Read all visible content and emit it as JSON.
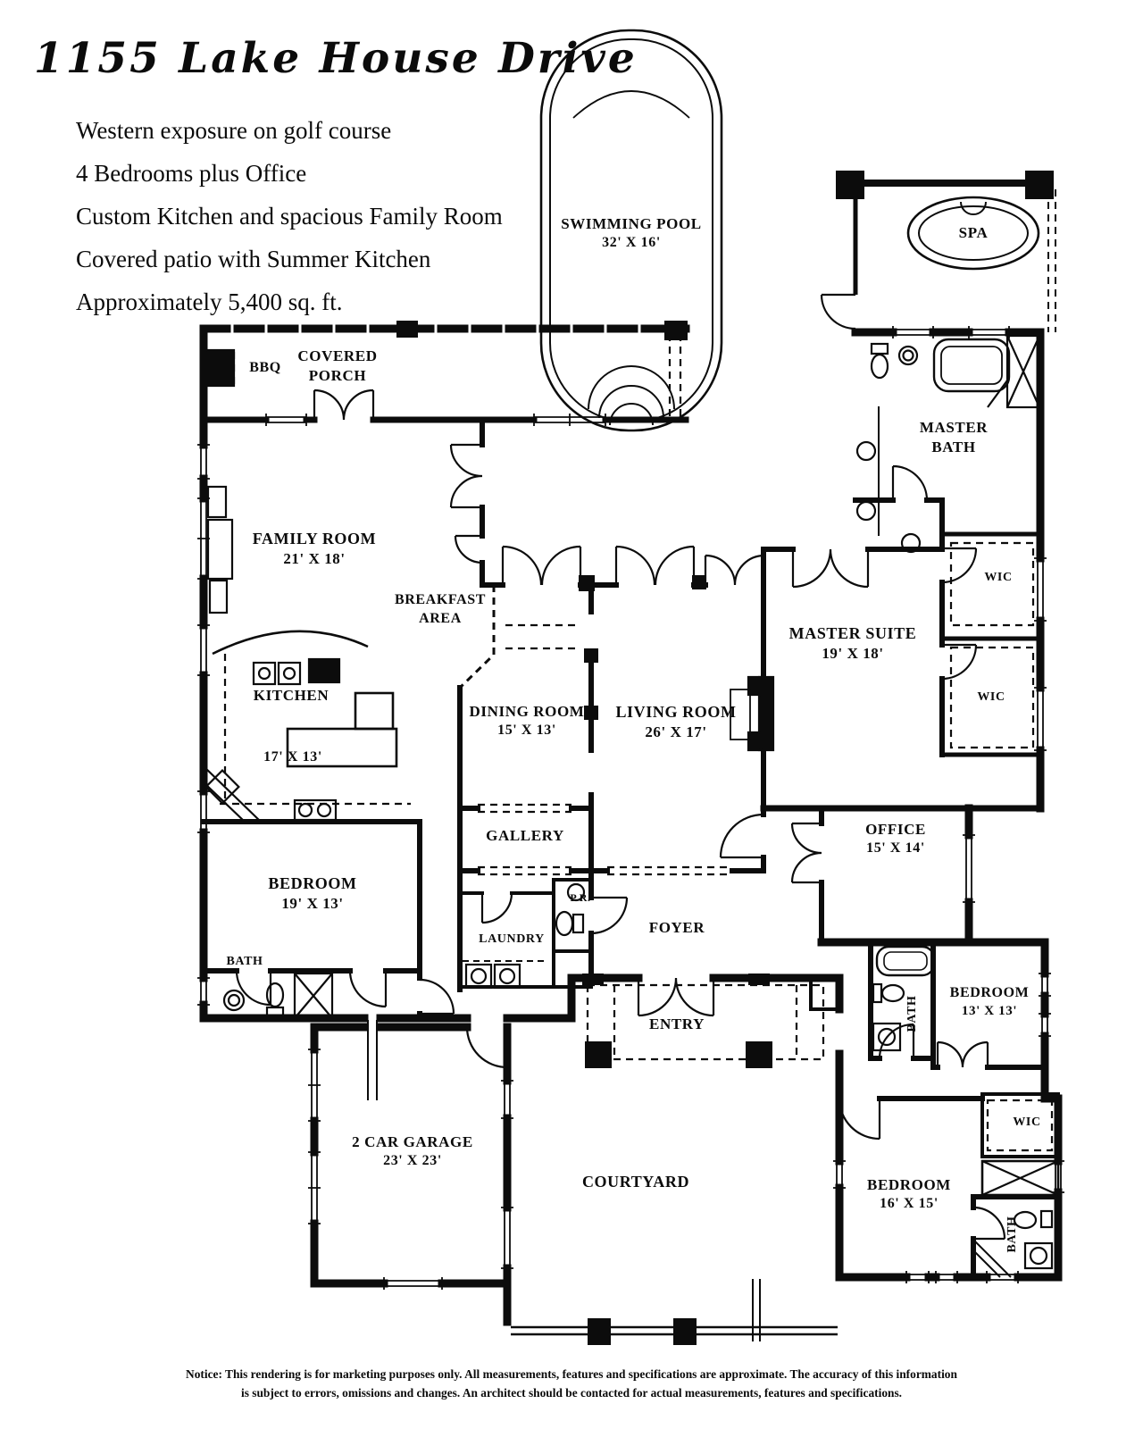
{
  "header": {
    "address": "1155  Lake House Drive",
    "features": [
      "Western exposure on golf course",
      "4 Bedrooms plus Office",
      "Custom Kitchen and spacious Family Room",
      "Covered patio with Summer Kitchen",
      "Approximately 5,400 sq. ft."
    ]
  },
  "rooms": {
    "swimming_pool": {
      "name": "SWIMMING POOL",
      "dims": "32' X 16'"
    },
    "spa": {
      "name": "SPA"
    },
    "master_bath": {
      "name": "MASTER BATH"
    },
    "wic_upper": {
      "name": "WIC"
    },
    "wic_lower": {
      "name": "WIC"
    },
    "master_suite": {
      "name": "MASTER SUITE",
      "dims": "19' X 18'"
    },
    "covered_porch": {
      "name": "COVERED PORCH"
    },
    "bbq": {
      "name": "BBQ"
    },
    "family_room": {
      "name": "FAMILY ROOM",
      "dims": "21' X 18'"
    },
    "breakfast_area": {
      "name": "BREAKFAST AREA"
    },
    "kitchen": {
      "name": "KITCHEN",
      "dims": "17' X 13'"
    },
    "dining_room": {
      "name": "DINING ROOM",
      "dims": "15' X 13'"
    },
    "living_room": {
      "name": "LIVING ROOM",
      "dims": "26' X 17'"
    },
    "gallery": {
      "name": "GALLERY"
    },
    "office": {
      "name": "OFFICE",
      "dims": "15' X 14'"
    },
    "bedroom_left": {
      "name": "BEDROOM",
      "dims": "19' X 13'"
    },
    "bath_left": {
      "name": "BATH"
    },
    "laundry": {
      "name": "LAUNDRY"
    },
    "powder_room": {
      "name": "P.R."
    },
    "foyer": {
      "name": "FOYER"
    },
    "entry": {
      "name": "ENTRY"
    },
    "bedroom_right": {
      "name": "BEDROOM",
      "dims": "13' X 13'"
    },
    "bath_right": {
      "name": "BATH"
    },
    "wic_bedroom": {
      "name": "WIC"
    },
    "bedroom_lower": {
      "name": "BEDROOM",
      "dims": "16' X 15'"
    },
    "bath_lower": {
      "name": "BATH"
    },
    "garage": {
      "name": "2 CAR GARAGE",
      "dims": "23' X 23'"
    },
    "courtyard": {
      "name": "COURTYARD"
    }
  },
  "notice": {
    "line1": "Notice: This rendering is for marketing purposes only. All measurements, features and specifications are approximate. The accuracy of this information",
    "line2": "is subject to errors, omissions and changes. An architect should be contacted for actual measurements, features and specifications."
  }
}
